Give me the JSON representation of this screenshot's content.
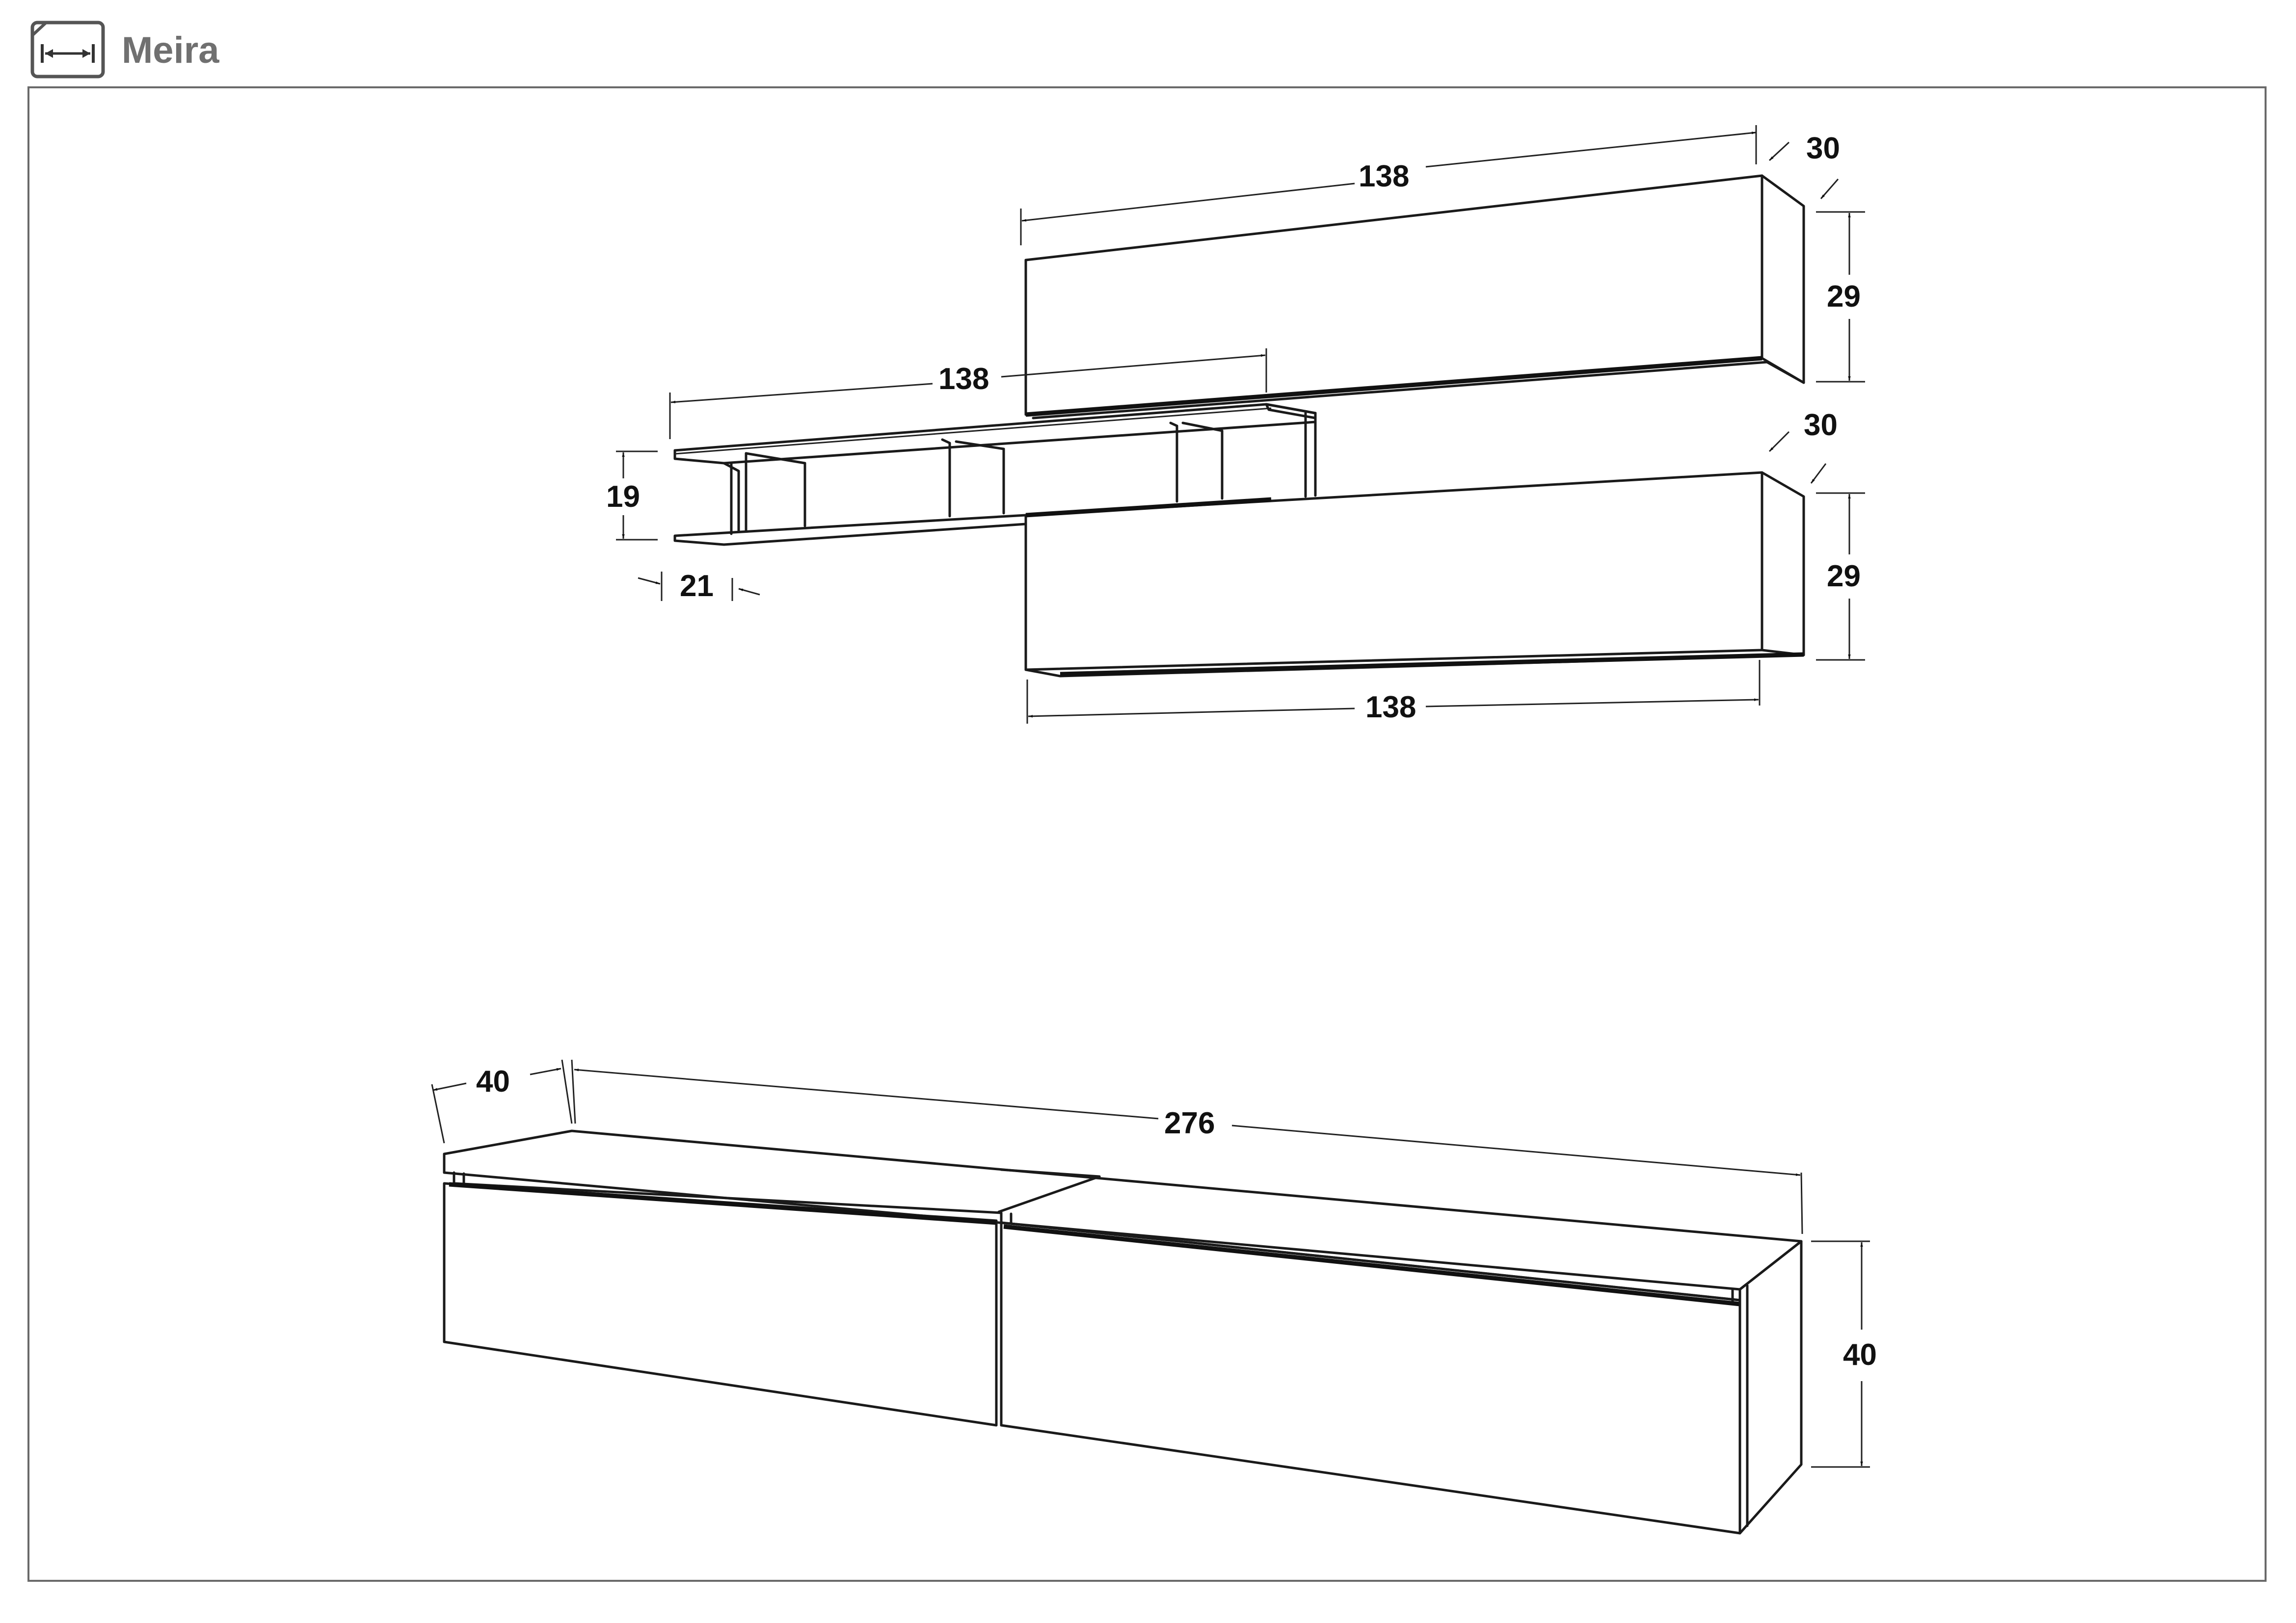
{
  "header": {
    "title": "Meira",
    "icon": "dimensions-icon"
  },
  "colors": {
    "line": "#1a1a1a",
    "header_text": "#707070",
    "frame": "#6a6a6a",
    "background": "#ffffff"
  },
  "drawing": {
    "upper_cabinet": {
      "width": "138",
      "depth": "30",
      "height": "29"
    },
    "open_shelf": {
      "width": "138",
      "height": "19",
      "depth": "21"
    },
    "middle_cabinet": {
      "width": "138",
      "depth": "30",
      "height": "29"
    },
    "tv_unit": {
      "width": "276",
      "depth": "40",
      "height": "40"
    }
  }
}
